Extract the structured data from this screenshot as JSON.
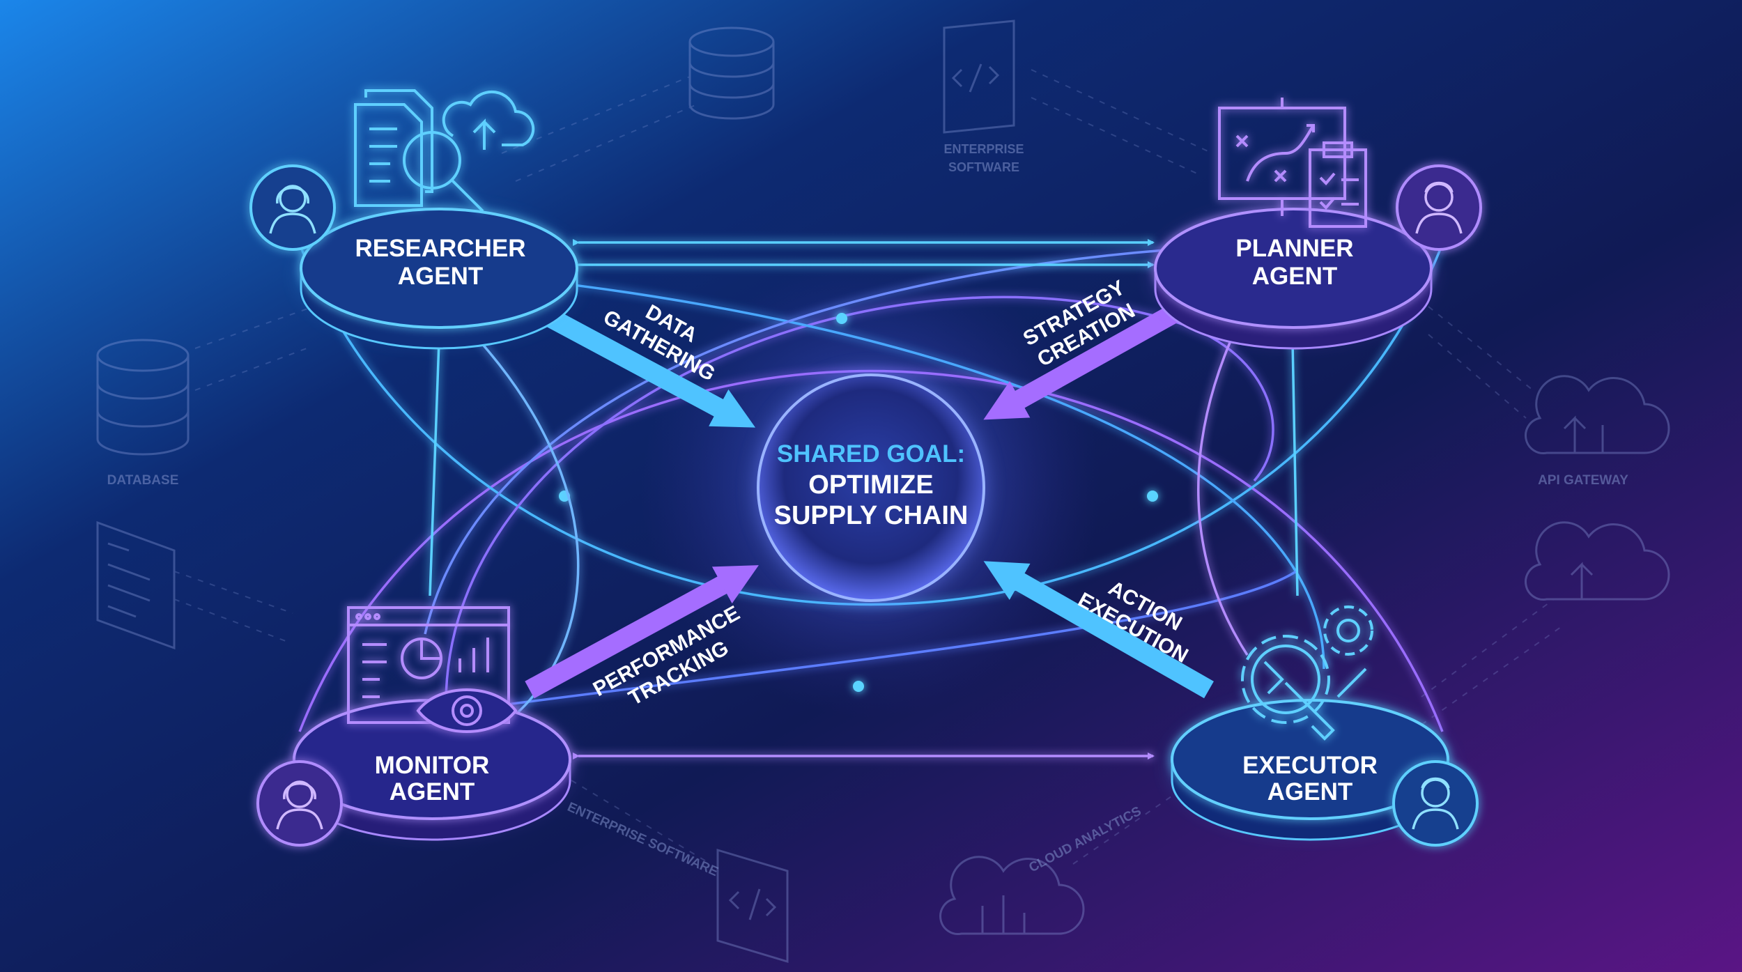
{
  "center": {
    "line1": "SHARED GOAL:",
    "line2": "OPTIMIZE",
    "line3": "SUPPLY CHAIN"
  },
  "agents": {
    "researcher": {
      "line1": "RESEARCHER",
      "line2": "AGENT"
    },
    "planner": {
      "line1": "PLANNER",
      "line2": "AGENT"
    },
    "monitor": {
      "line1": "MONITOR",
      "line2": "AGENT"
    },
    "executor": {
      "line1": "EXECUTOR",
      "line2": "AGENT"
    }
  },
  "flows": {
    "data_gathering": {
      "line1": "DATA",
      "line2": "GATHERING"
    },
    "strategy_creation": {
      "line1": "STRATEGY",
      "line2": "CREATION"
    },
    "performance_tracking": {
      "line1": "PERFORMANCE",
      "line2": "TRACKING"
    },
    "action_execution": {
      "line1": "ACTION",
      "line2": "EXECUTION"
    }
  },
  "background_systems": {
    "database": "DATABASE",
    "enterprise_software_top_line1": "ENTERPRISE",
    "enterprise_software_top_line2": "SOFTWARE",
    "api_gateway": "API GATEWAY",
    "enterprise_software_bottom": "ENTERPRISE SOFTWARE",
    "cloud_analytics": "CLOUD ANALYTICS"
  },
  "colors": {
    "cyan": "#3ec5ff",
    "violet": "#a46cff",
    "bg_left": "#1c7fe0",
    "bg_mid": "#0d1f5c",
    "bg_right": "#4a1378"
  }
}
